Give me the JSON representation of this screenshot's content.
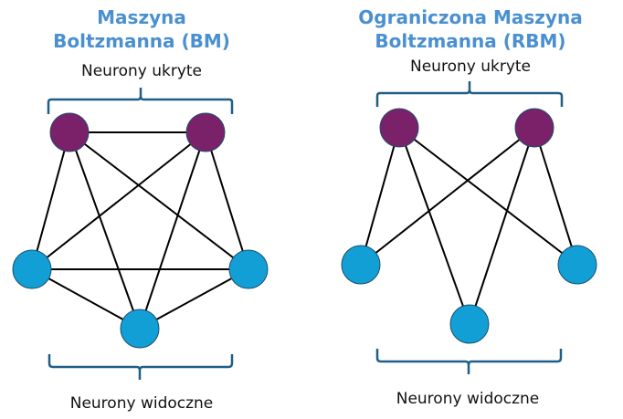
{
  "colors": {
    "title": "#4a90d0",
    "hidden_node": "#7b2169",
    "visible_node": "#129fd6",
    "node_stroke": "#1f4e6e",
    "edge": "#000000",
    "bracket": "#1f5f85"
  },
  "diagrams": [
    {
      "title_line1": "Maszyna",
      "title_line2": "Boltzmanna (BM)",
      "hidden_label": "Neurony ukryte",
      "visible_label": "Neurony widoczne",
      "hidden_nodes": [
        "h1",
        "h2"
      ],
      "visible_nodes": [
        "v1",
        "v2",
        "v3"
      ],
      "edges": [
        [
          "h1",
          "h2"
        ],
        [
          "h1",
          "v1"
        ],
        [
          "h1",
          "v2"
        ],
        [
          "h1",
          "v3"
        ],
        [
          "h2",
          "v1"
        ],
        [
          "h2",
          "v2"
        ],
        [
          "h2",
          "v3"
        ],
        [
          "v1",
          "v2"
        ],
        [
          "v1",
          "v3"
        ],
        [
          "v2",
          "v3"
        ]
      ]
    },
    {
      "title_line1": "Ograniczona Maszyna",
      "title_line2": "Boltzmanna (RBM)",
      "hidden_label": "Neurony ukryte",
      "visible_label": "Neurony widoczne",
      "hidden_nodes": [
        "h1",
        "h2"
      ],
      "visible_nodes": [
        "v1",
        "v2",
        "v3"
      ],
      "edges": [
        [
          "h1",
          "v1"
        ],
        [
          "h1",
          "v2"
        ],
        [
          "h1",
          "v3"
        ],
        [
          "h2",
          "v1"
        ],
        [
          "h2",
          "v2"
        ],
        [
          "h2",
          "v3"
        ]
      ]
    }
  ]
}
